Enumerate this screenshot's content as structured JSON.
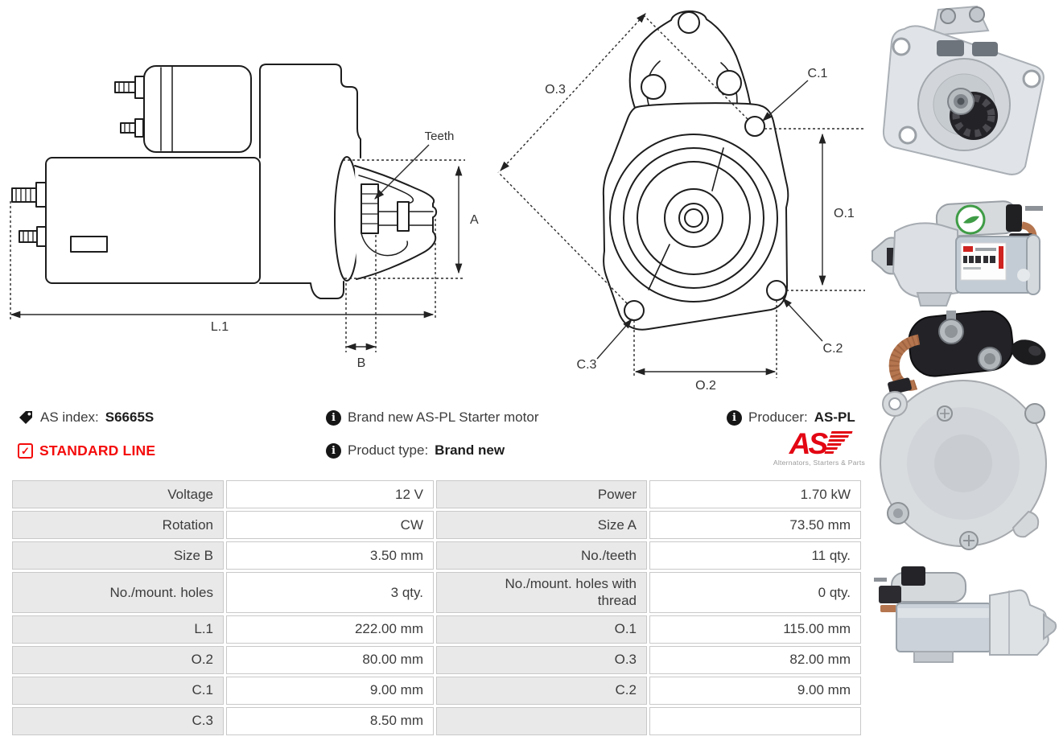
{
  "colors": {
    "brand_red": "#e30613",
    "standard_line_red": "#f40b0b",
    "table_label_bg": "#e9e9e9",
    "table_border": "#c9c9c9",
    "text": "#3c3c3c"
  },
  "info": {
    "as_index_label": "AS index:",
    "as_index_value": "S6665S",
    "standard_line_label": "STANDARD LINE",
    "description": "Brand new AS-PL Starter motor",
    "product_type_label": "Product type:",
    "product_type_value": "Brand new",
    "producer_label": "Producer:",
    "producer_value": "AS-PL",
    "info_icon_glyph": "i",
    "check_glyph": "✓"
  },
  "logo": {
    "wordmark": "AS",
    "tagline": "Alternators, Starters & Parts"
  },
  "drawings": {
    "side_view_labels": {
      "teeth": "Teeth",
      "a": "A",
      "l1": "L.1",
      "b": "B"
    },
    "front_view_labels": {
      "o3": "O.3",
      "c1": "C.1",
      "o1": "O.1",
      "c2": "C.2",
      "c3": "C.3",
      "o2": "O.2"
    }
  },
  "spec_table": {
    "rows": [
      {
        "l1": "Voltage",
        "v1": "12 V",
        "l2": "Power",
        "v2": "1.70 kW"
      },
      {
        "l1": "Rotation",
        "v1": "CW",
        "l2": "Size A",
        "v2": "73.50 mm"
      },
      {
        "l1": "Size B",
        "v1": "3.50 mm",
        "l2": "No./teeth",
        "v2": "11 qty."
      },
      {
        "l1": "No./mount. holes",
        "v1": "3 qty.",
        "l2": "No./mount. holes with thread",
        "v2": "0 qty."
      },
      {
        "l1": "L.1",
        "v1": "222.00 mm",
        "l2": "O.1",
        "v2": "115.00 mm"
      },
      {
        "l1": "O.2",
        "v1": "80.00 mm",
        "l2": "O.3",
        "v2": "82.00 mm"
      },
      {
        "l1": "C.1",
        "v1": "9.00 mm",
        "l2": "C.2",
        "v2": "9.00 mm"
      },
      {
        "l1": "C.3",
        "v1": "8.50 mm",
        "l2": "",
        "v2": ""
      }
    ]
  }
}
